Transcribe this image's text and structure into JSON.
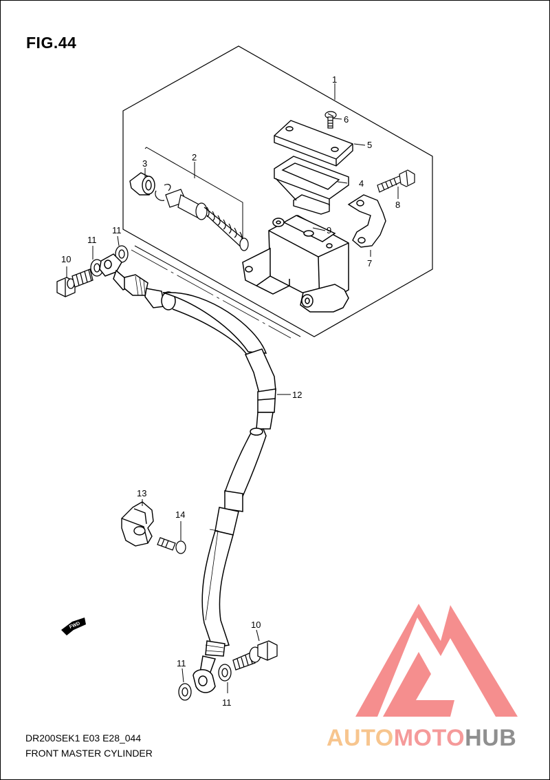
{
  "figure": {
    "title": "FIG.44",
    "code": "DR200SEK1 E03 E28_044",
    "name": "FRONT MASTER CYLINDER"
  },
  "callouts": {
    "c1": "1",
    "c2": "2",
    "c3": "3",
    "c4": "4",
    "c5": "5",
    "c6": "6",
    "c7": "7",
    "c8": "8",
    "c9": "9",
    "c10a": "10",
    "c10b": "10",
    "c11a": "11",
    "c11b": "11",
    "c11c": "11",
    "c11d": "11",
    "c12": "12",
    "c13": "13",
    "c14": "14"
  },
  "direction_arrow": {
    "label": "FWD",
    "icon": "fwd-arrow-icon"
  },
  "watermark": {
    "part1": "AUTO",
    "part2": "MOTO",
    "part3": "HUB",
    "colors": {
      "auto": "#f7c58e",
      "moto": "#f59a9a",
      "hub": "#8f8f8f",
      "logo": "#f47b7b"
    }
  }
}
